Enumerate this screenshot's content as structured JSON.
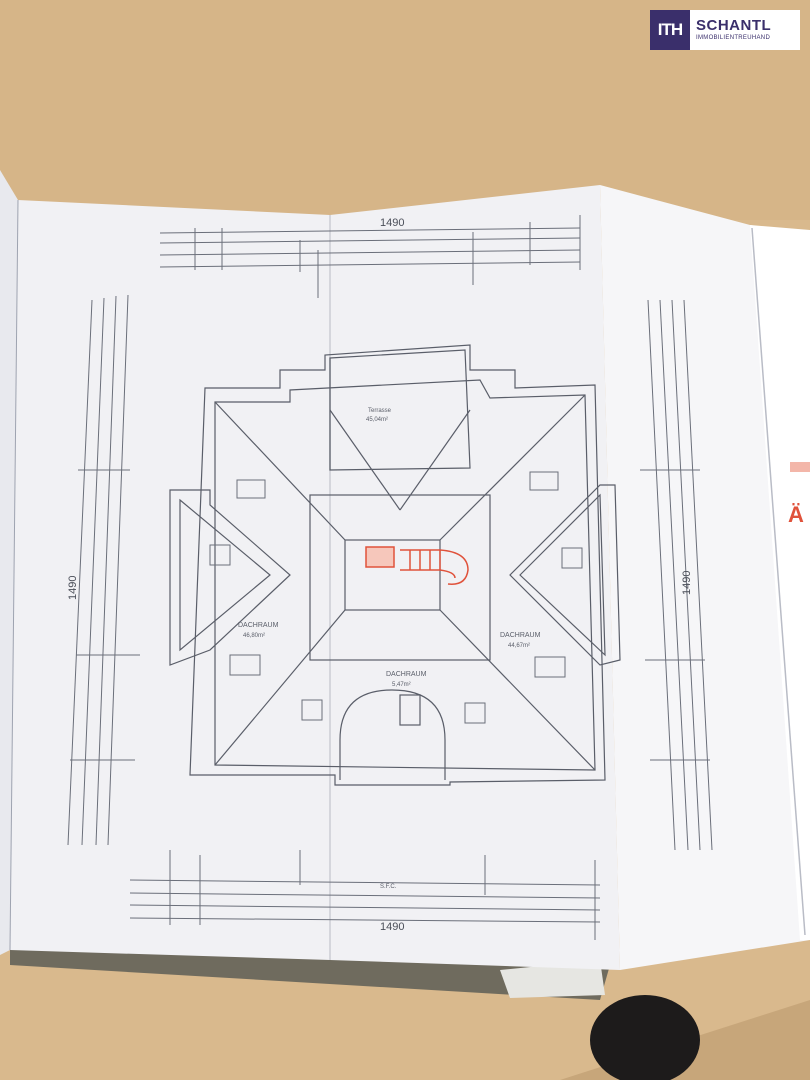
{
  "photo": {
    "subject": "Dachgeschoss Grundriss",
    "colors": {
      "desk": "#d9b98d",
      "paper": "#f4f4f6",
      "ink": "#555a66",
      "red": "#e0523b",
      "brand": "#3a2f6b"
    }
  },
  "logo": {
    "mark": "ITH",
    "name": "SCHANTL",
    "subtitle": "IMMOBILIENTREUHAND"
  },
  "plan": {
    "dim_top": "1490",
    "dim_bottom": "1490",
    "dim_left": "1490",
    "dim_right": "1490",
    "terrace_label": "Terrasse",
    "terrace_area": "45,04m²",
    "room_left_label": "DACHRAUM",
    "room_left_area": "46,80m²",
    "room_right_label": "DACHRAUM",
    "room_right_area": "44,67m²",
    "room_bottom_label": "DACHRAUM",
    "room_bottom_area": "5,47m²",
    "bottom_note": "S.F.C.",
    "red_label": "Ä"
  }
}
